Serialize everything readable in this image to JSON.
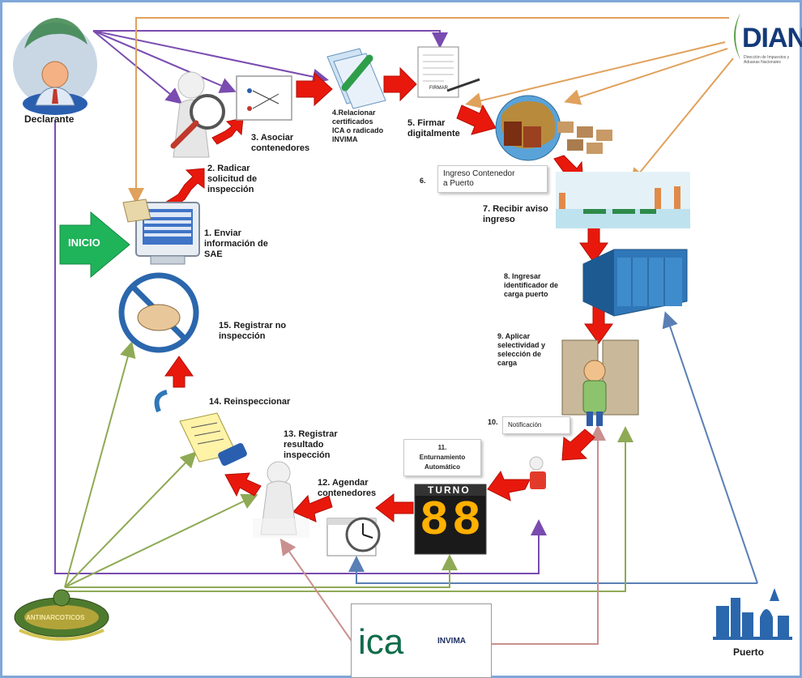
{
  "actors": {
    "declarante": "Declarante",
    "puerto": "Puerto",
    "dian": "DIAN",
    "dian_subtitle": "Dirección de Impuestos y Aduanas Nacionales",
    "ica": "ica",
    "invima": "INVIMA",
    "antinarcoticos": "ANTINARCOTICOS"
  },
  "start_label": "INICIO",
  "turno_label": "TURNO",
  "turno_digits": "88",
  "firmar_doc_label": "FIRMAR",
  "steps": {
    "s1": "1. Enviar\ninformación de\nSAE",
    "s2": "2. Radicar\nsolicitud de\ninspección",
    "s3": "3. Asociar\ncontenedores",
    "s4": "4.Relacionar\ncertificados\nICA o radicado\nINVIMA",
    "s5": "5. Firmar\ndigitalmente",
    "s6_num": "6.",
    "s6": "Ingreso Contenedor\na Puerto",
    "s7": "7. Recibir aviso\ningreso",
    "s8": "8. Ingresar\nidentificador de\ncarga puerto",
    "s9": "9. Aplicar\nselectividad y\nselección de\ncarga",
    "s10_num": "10.",
    "s10": "Notificación",
    "s11": "11.\nEnturnamiento\nAutomático",
    "s12": "12. Agendar\ncontenedores",
    "s13": "13. Registrar\nresultado\ninspección",
    "s14": "14. Reinspeccionar",
    "s15": "15. Registrar no\ninspección"
  },
  "colors": {
    "flow_arrow": "#e8190c",
    "start_arrow": "#1fb35a",
    "declarante_link": "#7a4bb0",
    "dian_link": "#e0a15c",
    "puerto_link": "#5a7fb5",
    "antinarcoticos_link": "#8faa55",
    "ica_link": "#c9908f",
    "frame": "#7fa7d8"
  }
}
